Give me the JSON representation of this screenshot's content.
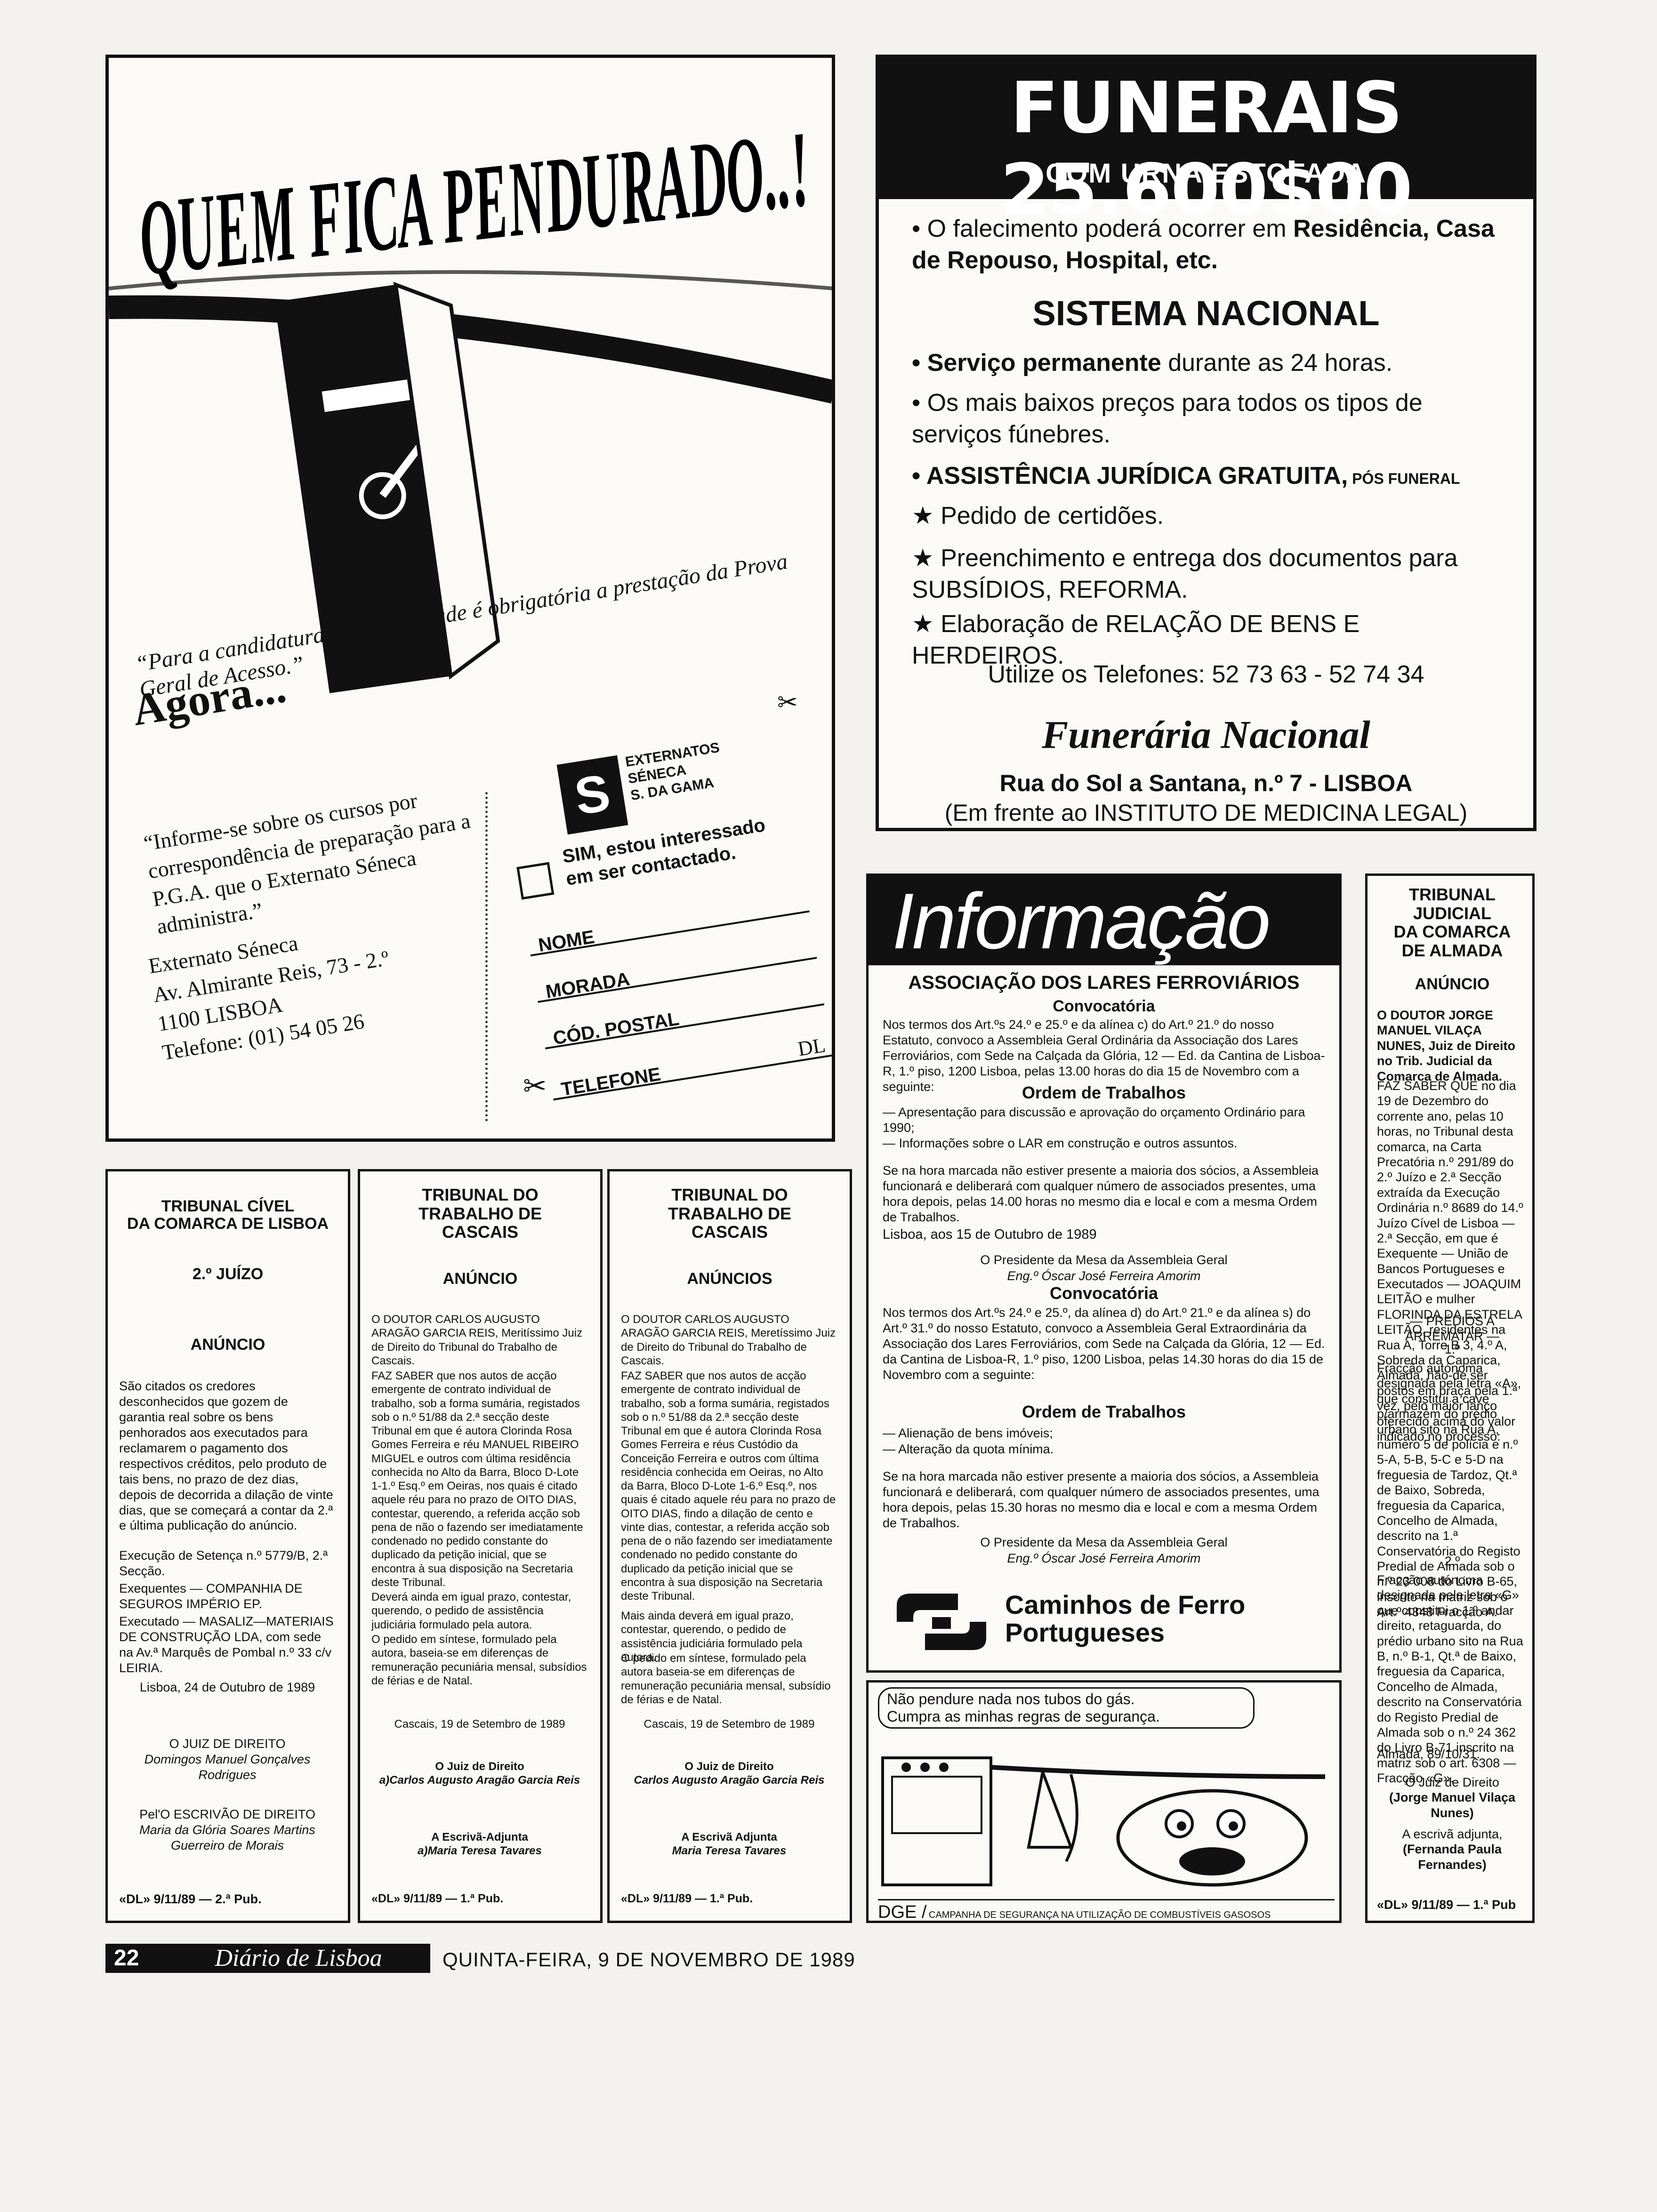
{
  "pga_ad": {
    "headline": "QUEM FICA PENDURADO..!",
    "agora": "Agora...",
    "quote": "“Para a candidatura à Universidade é obrigatória a prestação da Prova Geral de Acesso.”",
    "info_text": "“Informe-se sobre os cursos por correspondência de preparação para a P.G.A. que o Externato Séneca administra.”",
    "logo_lines": [
      "EXTERNATOS",
      "SÉNECA",
      "S. DA GAMA"
    ],
    "address": [
      "Externato Séneca",
      "Av. Almirante Reis, 73 - 2.º",
      "1100 LISBOA",
      "Telefone: (01) 54 05 26"
    ],
    "form_checkbox": "SIM, estou interessado em ser contactado.",
    "form_fields": [
      "NOME",
      "MORADA",
      "CÓD. POSTAL",
      "TELEFONE"
    ],
    "form_mark": "DL"
  },
  "funerais": {
    "title": "FUNERAIS  25.600$00",
    "subtitle": "COM URNA ESTOFADA",
    "line1_plain": "• O falecimento poderá ocorrer em ",
    "line1_bold": "Residência, Casa de Repouso, Hospital, etc.",
    "sistema": "SISTEMA NACIONAL",
    "bullets": [
      {
        "bold": "• Serviço permanente",
        "plain": " durante as 24 horas."
      },
      {
        "bold": "",
        "plain": "• Os mais baixos preços para todos os tipos de serviços fúnebres."
      },
      {
        "bold": "• ASSISTÊNCIA JURÍDICA GRATUITA,",
        "plain": " PÓS FUNERAL"
      },
      {
        "bold": "",
        "plain": "★ Pedido de certidões."
      },
      {
        "bold": "",
        "plain": "★ Preenchimento e entrega dos documentos para SUBSÍDIOS, REFORMA."
      },
      {
        "bold": "",
        "plain": "★ Elaboração de RELAÇÃO DE BENS E HERDEIROS."
      }
    ],
    "telefones": "Utilize os Telefones: 52 73 63 - 52 74 34",
    "name": "Funerária Nacional",
    "addr1": "Rua do Sol a Santana, n.º 7 - LISBOA",
    "addr2": "(Em frente ao INSTITUTO DE MEDICINA LEGAL)"
  },
  "informacao": {
    "title": "Informação",
    "assoc": "ASSOCIAÇÃO DOS LARES FERROVIÁRIOS",
    "conv1": "Convocatória",
    "p1": "Nos termos dos Art.ºs 24.º e 25.º e da alínea c) do Art.º 21.º do nosso Estatuto, convoco a Assembleia Geral Ordinária da Associação dos Lares Ferroviários, com Sede na Calçada da Glória, 12 — Ed. da Cantina de Lisboa-R, 1.º piso, 1200 Lisboa, pelas 13.00 horas do dia 15 de Novembro com a seguinte:",
    "ordem1": "Ordem de Trabalhos",
    "o1a": "— Apresentação para discussão e aprovação do orçamento Ordinário para 1990;",
    "o1b": "— Informações sobre o LAR em construção e outros assuntos.",
    "p2": "Se na hora marcada não estiver presente a maioria dos sócios, a Assembleia funcionará e deliberará com qualquer número de associados presentes, uma hora depois, pelas 14.00 horas no mesmo dia e local e com a mesma Ordem de Trabalhos.",
    "date": "Lisboa, aos 15 de Outubro de 1989",
    "pres1": "O Presidente da Mesa da Assembleia Geral",
    "eng1": "Eng.º Óscar José Ferreira Amorim",
    "conv2": "Convocatória",
    "p3": "Nos termos dos Art.ºs 24.º e 25.º, da alínea d) do Art.º 21.º e da alínea s) do Art.º 31.º do nosso Estatuto, convoco a Assembleia Geral Extraordinária da Associação dos Lares Ferroviários, com Sede na Calçada da Glória, 12 — Ed. da Cantina de Lisboa-R, 1.º piso, 1200 Lisboa, pelas 14.30 horas do dia 15 de Novembro com a seguinte:",
    "ordem2": "Ordem de Trabalhos",
    "o2a": "— Alienação de bens imóveis;",
    "o2b": "— Alteração da quota mínima.",
    "p4": "Se na hora marcada não estiver presente a maioria dos sócios, a Assembleia funcionará e deliberará, com qualquer número de associados presentes, uma hora depois, pelas 15.30 horas no mesmo dia e local e com a mesma Ordem de Trabalhos.",
    "pres2": "O Presidente da Mesa da Assembleia Geral",
    "eng2": "Eng.º Óscar José Ferreira Amorim",
    "cp1": "Caminhos de Ferro",
    "cp2": "Portugueses"
  },
  "gas": {
    "line1": "Não pendure nada nos tubos do gás.",
    "line2": "Cumpra as minhas regras de segurança.",
    "dge": "DGE /",
    "campaign": "CAMPANHA DE SEGURANÇA NA UTILIZAÇÃO DE COMBUSTÍVEIS GASOSOS"
  },
  "almada": {
    "h1": "TRIBUNAL JUDICIAL",
    "h2": "DA COMARCA",
    "h3": "DE ALMADA",
    "anuncio": "ANÚNCIO",
    "p1": "O DOUTOR JORGE MANUEL VILAÇA NUNES, Juiz de Direito no Trib. Judicial da Comarca de Almada.",
    "p2": "FAZ SABER QUE no dia 19 de Dezembro do corrente ano, pelas 10 horas, no Tribunal desta comarca, na Carta Precatória n.º 291/89 do 2.º Juízo e 2.ª Secção extraída da Execução Ordinária n.º 8689 do 14.º Juízo Cível de Lisboa — 2.ª Secção, em que é Exequente — União de Bancos Portugueses e Executados — JOAQUIM LEITÃO e mulher FLORINDA DA ESTRELA LEITÃO, residentes na Rua A, Torre B 3, 4.º A, Sobreda da Caparica, Almada, hão-de ser postos em praça pela 1.ª vez, pelo maior lanço oferecido acima do valor indicado no processo:",
    "p3": "— PRÉDIOS A ARREMATAR —",
    "n1": "1.º",
    "p4": "Fracção autónoma designada pela letra «A», que constitui a cave p/armazém do prédio urbano sito na Rua A, número 5 de polícia e n.º 5-A, 5-B, 5-C e 5-D na freguesia de Tardoz, Qt.ª de Baixo, Sobreda, freguesia da Caparica, Concelho de Almada, descrito na 1.ª Conservatória do Registo Predial de Almada sob o n.º 23 008 do Livro B-65, inscrito na matriz sob o Art.º 4348 Fracção A.",
    "n2": "2.º",
    "p5": "Fracção autónoma designada pela letra «G» que constitui o 1.º andar direito, retaguarda, do prédio urbano sito na Rua B, n.º B-1, Qt.ª de Baixo, freguesia da Caparica, Concelho de Almada, descrito na Conservatória do Registo Predial de Almada sob o n.º 24 362 do Livro B-71 inscrito na matriz sob o art. 6308 — Fracção «G».",
    "date": "Almada, 89/10/31.",
    "juiz": "O Juiz de Direito",
    "juiz_name": "(Jorge Manuel Vilaça Nunes)",
    "escriva": "A escrivã adjunta,",
    "escriva_name": "(Fernanda Paula Fernandes)",
    "pub": "«DL» 9/11/89 — 1.ª Pub"
  },
  "civel": {
    "h1": "TRIBUNAL CÍVEL",
    "h2": "DA COMARCA DE LISBOA",
    "juizo": "2.º JUÍZO",
    "anuncio": "ANÚNCIO",
    "p1": "São citados os credores desconhecidos que gozem de garantia real sobre os bens penhorados aos executados para reclamarem o pagamento dos respectivos créditos, pelo produto de tais bens, no prazo de dez dias, depois de decorrida a dilação de vinte dias, que se começará a contar da 2.ª e última publicação do anúncio.",
    "p2": "Execução de Setença n.º 5779/B, 2.ª Secção.",
    "p3": "Exequentes — COMPANHIA DE SEGUROS IMPÉRIO EP.",
    "p4": "Executado — MASALIZ—MATERIAIS DE CONSTRUÇÃO LDA, com sede na Av.ª Marquês de Pombal n.º 33 c/v LEIRIA.",
    "date": "Lisboa, 24 de Outubro de 1989",
    "juiz": "O JUIZ DE DIREITO",
    "juiz_name": "Domingos Manuel Gonçalves Rodrigues",
    "escrivao": "Pel'O ESCRIVÃO DE DIREITO",
    "escrivao_name": "Maria da Glória Soares Martins Guerreiro de Morais",
    "pub": "«DL» 9/11/89 — 2.ª Pub."
  },
  "trabalho1": {
    "h1": "TRIBUNAL DO",
    "h2": "TRABALHO DE",
    "h3": "CASCAIS",
    "anuncio": "ANÚNCIO",
    "p1": "O DOUTOR CARLOS AUGUSTO ARAGÃO GARCIA REIS, Meritíssimo Juiz de Direito do Tribunal do Trabalho de Cascais.",
    "p2": "FAZ SABER que nos autos de acção emergente de contrato individual de trabalho, sob a forma sumária, registados sob o n.º 51/88 da 2.ª secção deste Tribunal em que é autora Clorinda Rosa Gomes Ferreira e réu MANUEL RIBEIRO MIGUEL e outros com última residência conhecida no Alto da Barra, Bloco D-Lote 1-1.º Esq.º em Oeiras, nos quais é citado aquele réu para no prazo de OITO DIAS, contestar, querendo, a referida acção sob pena de não o fazendo ser imediatamente condenado no pedido constante do duplicado da petição inicial, que se encontra à sua disposição na Secretaria deste Tribunal.",
    "p3": "Deverá ainda em igual prazo, contestar, querendo, o pedido de assistência judiciária formulado pela autora.",
    "p4": "O pedido em síntese, formulado pela autora, baseia-se em diferenças de remuneração pecuniária mensal, subsídios de férias e de Natal.",
    "date": "Cascais, 19 de Setembro de 1989",
    "juiz": "O Juiz de Direito",
    "juiz_name": "a)Carlos Augusto Aragão Garcia Reis",
    "escriva": "A Escrivã-Adjunta",
    "escriva_name": "a)Maria Teresa Tavares",
    "pub": "«DL» 9/11/89 — 1.ª Pub."
  },
  "trabalho2": {
    "h1": "TRIBUNAL DO",
    "h2": "TRABALHO DE",
    "h3": "CASCAIS",
    "anuncio": "ANÚNCIOS",
    "p1": "O DOUTOR CARLOS AUGUSTO ARAGÃO GARCIA REIS, Meretíssimo Juiz de Direito do Tribunal do Trabalho de Cascais.",
    "p2": "FAZ SABER que nos autos de acção emergente de contrato individual de trabalho, sob a forma sumária, registados sob o n.º 51/88 da 2.ª secção deste Tribunal em que é autora Clorinda Rosa Gomes Ferreira e réus Custódio da Conceição Ferreira e outros com última residência conhecida em Oeiras, no Alto da Barra, Bloco D-Lote 1-6.º Esq.º, nos quais é citado aquele réu para no prazo de OITO DIAS, findo a dilação de cento e vinte dias, contestar, a referida acção sob pena de o não fazendo ser imediatamente condenado no pedido constante do duplicado da petição inicial que se encontra à sua disposição na Secretaria deste Tribunal.",
    "p3": "Mais ainda deverá em igual prazo, contestar, querendo, o pedido de assistência judiciária formulado pela autora.",
    "p4": "O pedido em síntese, formulado pela autora baseia-se em diferenças de remuneração pecuniária mensal, subsídio de férias e de Natal.",
    "date": "Cascais, 19 de Setembro de 1989",
    "juiz": "O Juiz de Direito",
    "juiz_name": "Carlos Augusto Aragão Garcia Reis",
    "escriva": "A Escrivã Adjunta",
    "escriva_name": "Maria Teresa Tavares",
    "pub": "«DL» 9/11/89 — 1.ª Pub."
  },
  "footer": {
    "page": "22",
    "masthead": "Diário de Lisboa",
    "date": "QUINTA-FEIRA, 9 DE NOVEMBRO DE 1989"
  }
}
